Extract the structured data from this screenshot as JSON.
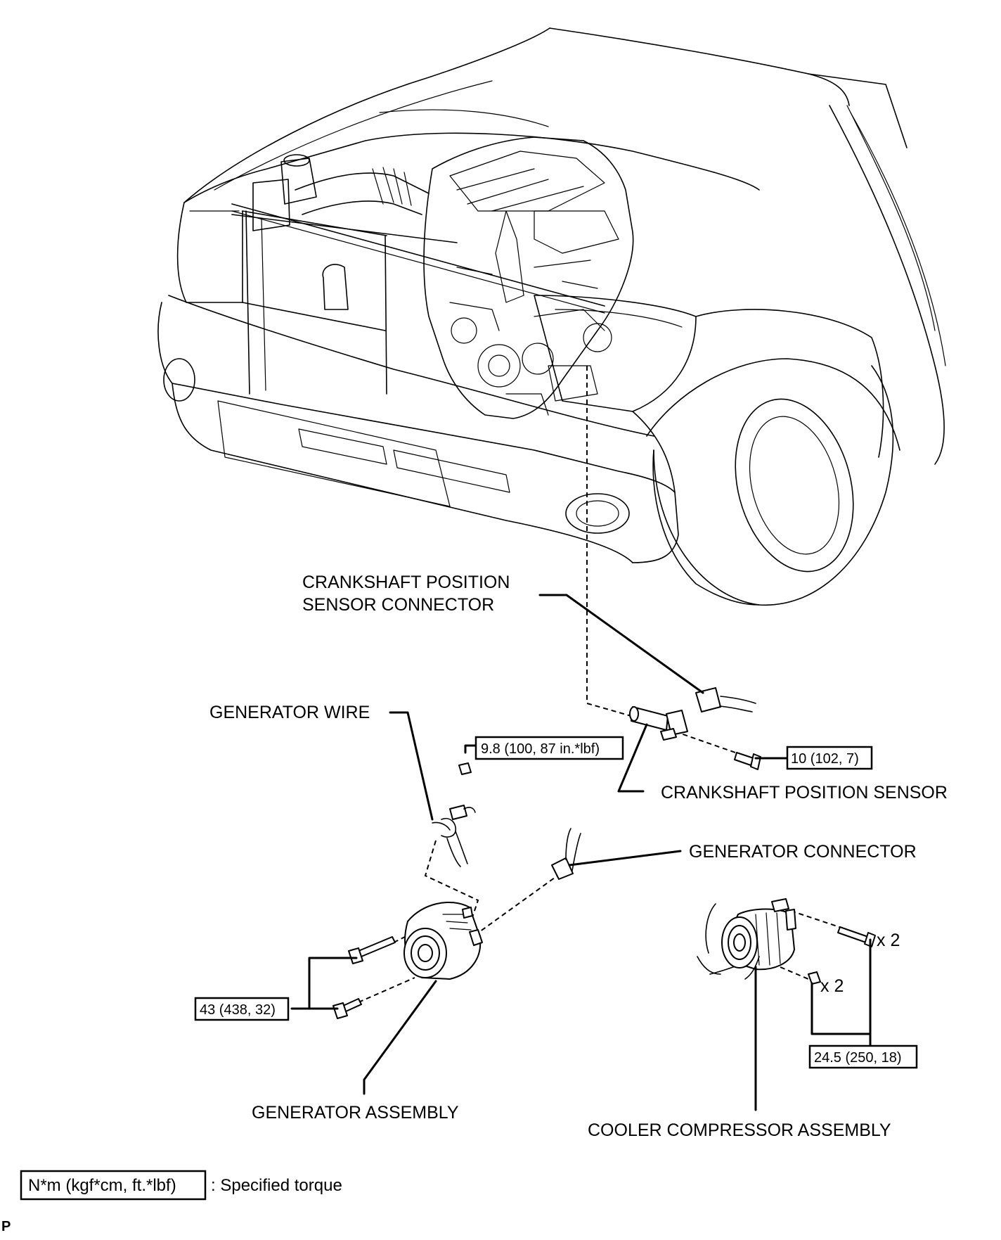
{
  "labels": {
    "crankshaft_connector_l1": "CRANKSHAFT POSITION",
    "crankshaft_connector_l2": "SENSOR CONNECTOR",
    "generator_wire": "GENERATOR WIRE",
    "crankshaft_sensor": "CRANKSHAFT POSITION SENSOR",
    "generator_connector": "GENERATOR CONNECTOR",
    "generator_assembly": "GENERATOR ASSEMBLY",
    "cooler_compressor": "COOLER COMPRESSOR ASSEMBLY"
  },
  "torque": {
    "generator_wire_nut": "9.8 (100, 87 in.*lbf)",
    "crankshaft_sensor_bolt": "10 (102, 7)",
    "generator_bolts": "43 (438, 32)",
    "compressor_fasteners": "24.5 (250, 18)"
  },
  "counts": {
    "compressor_bolt": "x 2",
    "compressor_nut": "x 2"
  },
  "legend": {
    "unit_box": "N*m (kgf*cm, ft.*lbf)",
    "description": ": Specified torque"
  },
  "corner_mark": "P"
}
